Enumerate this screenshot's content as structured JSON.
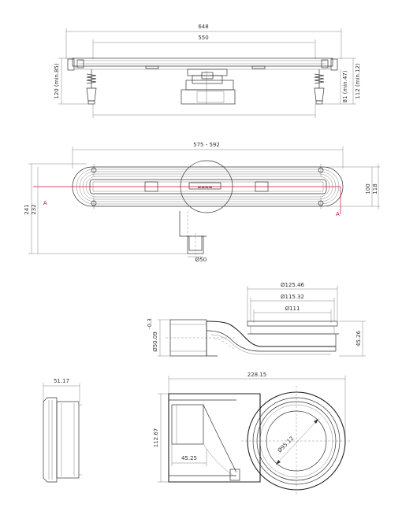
{
  "top_view": {
    "dim_total": "648",
    "dim_grate": "550",
    "dim_height_left": "120 (min.85)",
    "dim_height_right_a": "81 (min.47)",
    "dim_height_right_b": "112 (min.12)"
  },
  "plan_view": {
    "dim_length": "575 - 592",
    "dim_241": "241",
    "dim_232": "232",
    "dim_100": "100",
    "dim_118": "118",
    "outlet_diameter": "Ø50",
    "section_label_left": "A",
    "section_label_right": "A"
  },
  "trap_side": {
    "dim_d1": "Ø125.46",
    "dim_d2": "Ø115.32",
    "dim_d3": "Ø111",
    "outlet_diameter": "Ø50.09",
    "outlet_tolerance": "-0.3",
    "height": "45.26"
  },
  "trap_bottom": {
    "length": "228.15",
    "height": "112.67",
    "inner_diameter": "Ø95.12",
    "pipe_offset": "45.25"
  },
  "ring_section": {
    "width": "51.17"
  },
  "colors": {
    "line": "#333333",
    "section_line": "#c8102e"
  }
}
